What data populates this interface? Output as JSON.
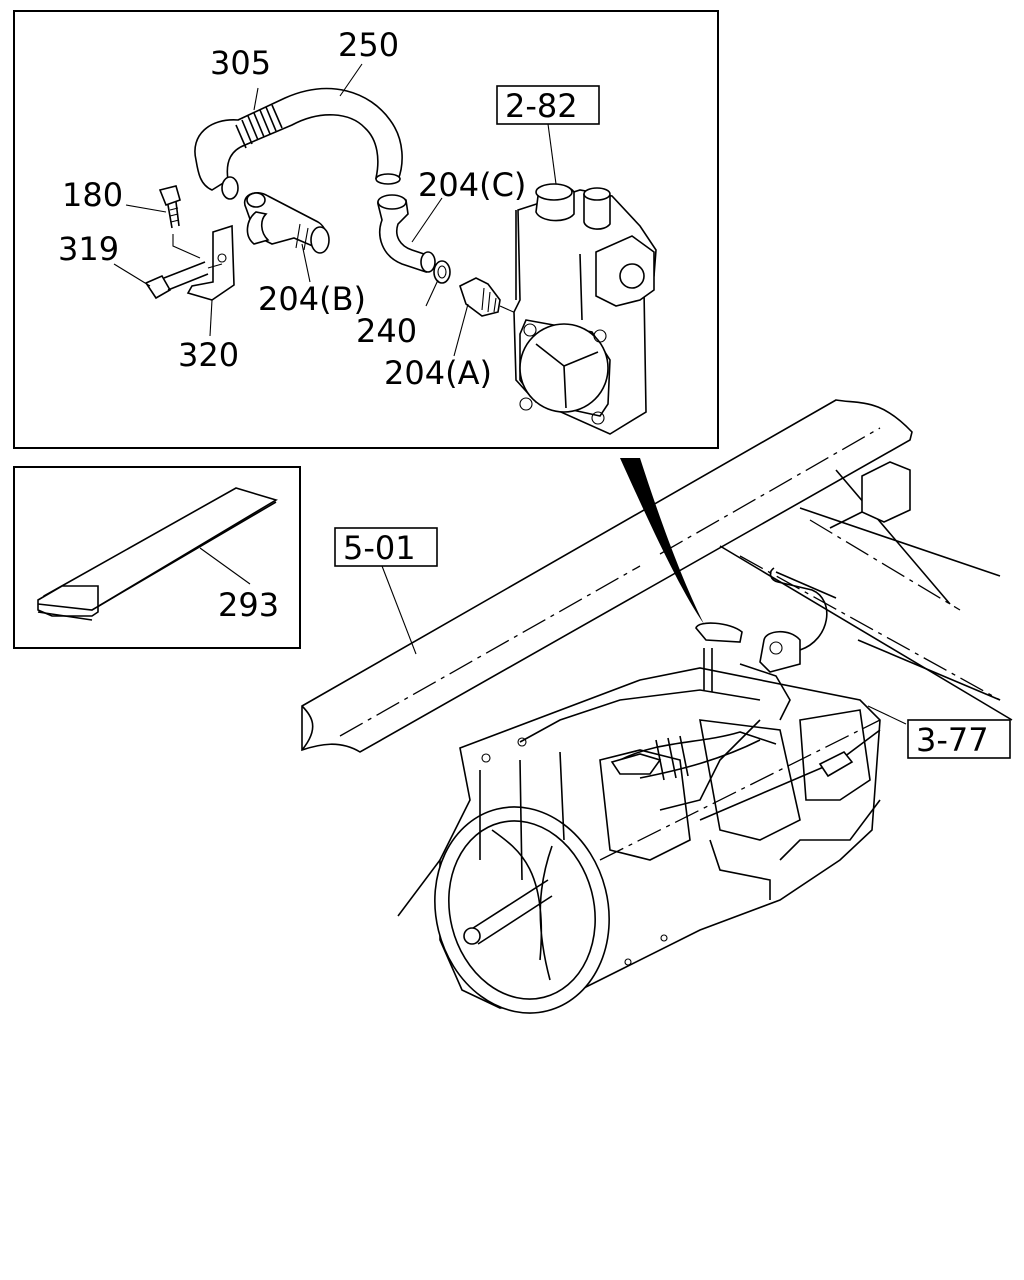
{
  "parts": {
    "p305": "305",
    "p250": "250",
    "p180": "180",
    "p319": "319",
    "p320": "320",
    "p204b": "204(B)",
    "p204c": "204(C)",
    "p240": "240",
    "p204a": "204(A)",
    "p293": "293"
  },
  "refs": {
    "r282": "2-82",
    "r501": "5-01",
    "r377": "3-77"
  }
}
